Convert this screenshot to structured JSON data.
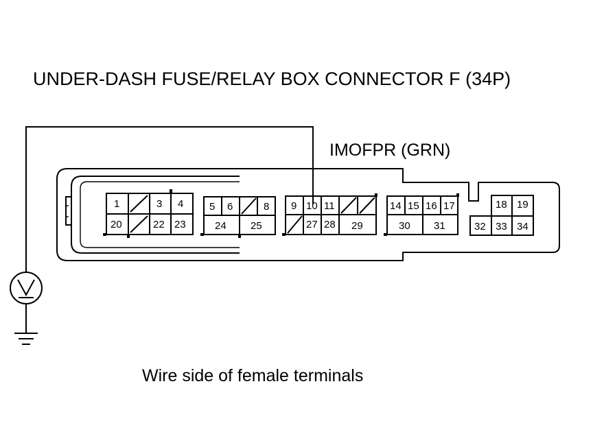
{
  "diagram": {
    "title": "UNDER-DASH FUSE/RELAY BOX CONNECTOR F (34P)",
    "wire_label": "IMOFPR (GRN)",
    "caption": "Wire side of female terminals",
    "colors": {
      "line": "#000000",
      "background": "#ffffff"
    },
    "icons": {
      "meter": "voltmeter-icon",
      "ground": "ground-icon"
    }
  },
  "pins": {
    "p1": "1",
    "p3": "3",
    "p4": "4",
    "p20": "20",
    "p22": "22",
    "p23": "23",
    "p5": "5",
    "p6": "6",
    "p8": "8",
    "p24": "24",
    "p25": "25",
    "p9": "9",
    "p10": "10",
    "p11": "11",
    "p27": "27",
    "p28": "28",
    "p29": "29",
    "p14": "14",
    "p15": "15",
    "p16": "16",
    "p17": "17",
    "p30": "30",
    "p31": "31",
    "p18": "18",
    "p19": "19",
    "p32": "32",
    "p33": "33",
    "p34": "34"
  }
}
